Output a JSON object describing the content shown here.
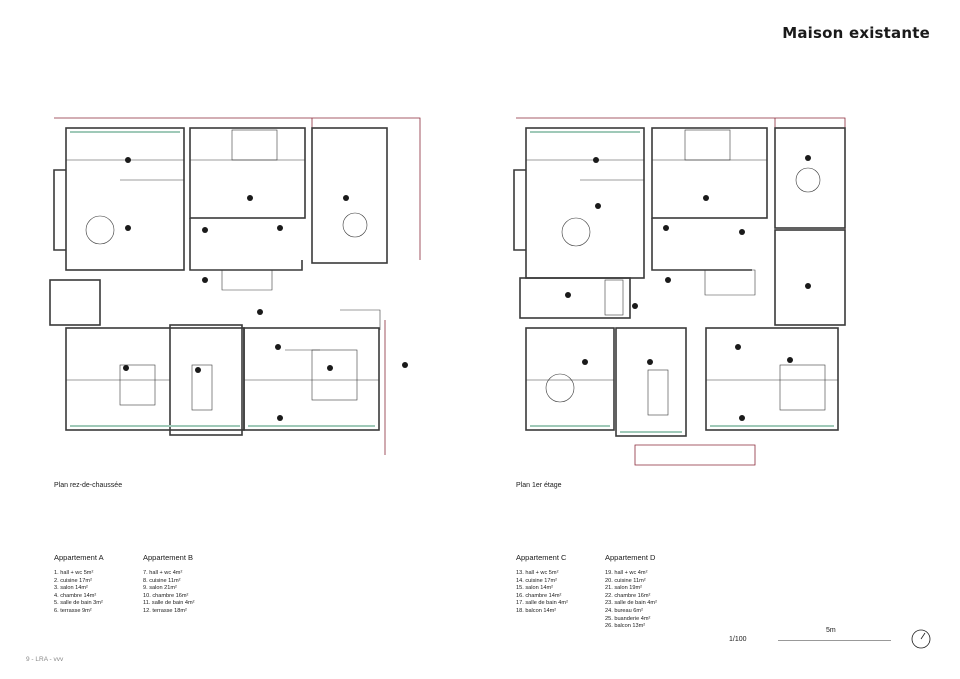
{
  "header": {
    "title": "Maison existante"
  },
  "plans": [
    {
      "caption": "Plan rez-de-chaussée"
    },
    {
      "caption": "Plan 1er étage"
    }
  ],
  "apartments": [
    {
      "name": "Appartement A",
      "rooms": [
        "1. hall + wc 5m²",
        "2. cuisine 17m²",
        "3. salon 14m²",
        "4. chambre 14m²",
        "5. salle de bain 3m²",
        "6. terrasse 9m²"
      ]
    },
    {
      "name": "Appartement B",
      "rooms": [
        "7. hall + wc 4m²",
        "8. cuisine 11m²",
        "9. salon 21m²",
        "10. chambre 16m²",
        "11. salle de bain 4m²",
        "12. terrasse 18m²"
      ]
    },
    {
      "name": "Appartement C",
      "rooms": [
        "13. hall + wc 5m²",
        "14. cuisine 17m²",
        "15. salon 14m²",
        "16. chambre 14m²",
        "17. salle de bain 4m²",
        "18. balcon 14m²"
      ]
    },
    {
      "name": "Appartement D",
      "rooms": [
        "19. hall + wc 4m²",
        "20. cuisine 11m²",
        "21. salon 19m²",
        "22. chambre 16m²",
        "23. salle de bain 4m²",
        "24. bureau 6m²",
        "25. buanderie 4m²",
        "26. balcon 13m²"
      ]
    }
  ],
  "scale": {
    "ratio": "1/100",
    "length": "5m"
  },
  "footer": {
    "text": "9 - LRA - vvv"
  },
  "colors": {
    "wall": "#3a3a3a",
    "site_line": "#8b2a3a",
    "insulation": "#9fc9b8",
    "marker": "#1a1a1a"
  },
  "icons": [
    "north-arrow-icon",
    "room-number-marker-icon",
    "plant-icon"
  ]
}
